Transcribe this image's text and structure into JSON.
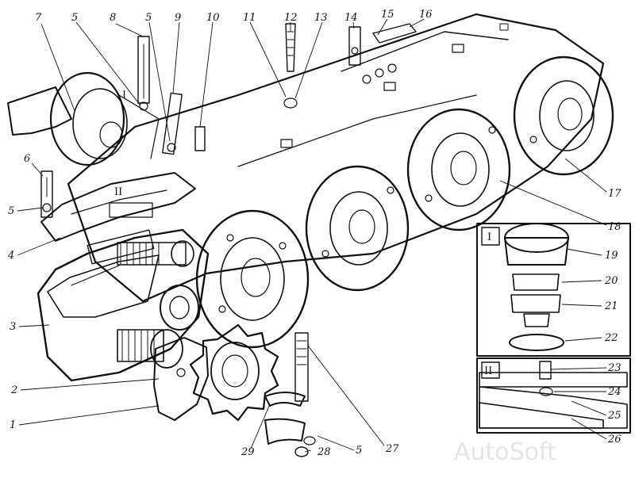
{
  "diagram": {
    "part_labels": [
      "1",
      "2",
      "3",
      "4",
      "5",
      "6",
      "7",
      "8",
      "9",
      "10",
      "11",
      "12",
      "13",
      "14",
      "15",
      "16",
      "17",
      "18",
      "19",
      "20",
      "21",
      "22",
      "23",
      "24",
      "25",
      "26",
      "27",
      "28",
      "29"
    ],
    "repeat_label": "5",
    "inset_markers": {
      "inset_one": "I",
      "inset_two": "II"
    },
    "watermark": "AutoSoft"
  }
}
